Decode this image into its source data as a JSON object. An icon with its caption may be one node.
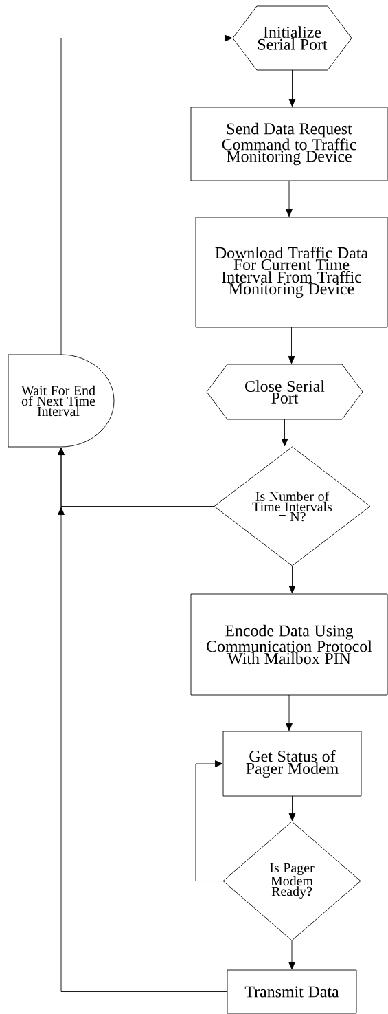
{
  "diagram": {
    "nodes": [
      {
        "text": [
          "Initialize Serial Port"
        ]
      },
      {
        "text": [
          "Send Data Request Command to Traffic Monitoring Device"
        ]
      },
      {
        "text": [
          "Download Traffic Data For Current Time Interval From Traffic Monitoring Device"
        ]
      },
      {
        "text": [
          "Close Serial Port"
        ]
      },
      {
        "text": [
          "Is Number of Time Intervals = N?"
        ]
      },
      {
        "text": [
          "Encode Data Using Communication Protocol With Mailbox PIN"
        ]
      },
      {
        "text": [
          "Get Status of Pager Modem"
        ]
      },
      {
        "text": [
          "Is Pager Modem Ready?"
        ]
      },
      {
        "text": [
          "Transmit Data"
        ]
      },
      {
        "text": [
          "Wait For End of Next Time Interval"
        ]
      }
    ],
    "edges": [
      {
        "from": 0,
        "to": 1,
        "arrow": "to"
      },
      {
        "from": 1,
        "to": 2,
        "arrow": "to"
      },
      {
        "from": 2,
        "to": 3,
        "arrow": "to"
      },
      {
        "from": 3,
        "to": 4,
        "arrow": "to"
      },
      {
        "from": 4,
        "to": 5,
        "arrow": "to"
      },
      {
        "from": 5,
        "to": 6,
        "arrow": "to"
      },
      {
        "from": 6,
        "to": 7,
        "arrow": "to"
      },
      {
        "from": 7,
        "to": 8,
        "arrow": "to"
      },
      {
        "from": 7,
        "to": 6,
        "arrow": "to"
      },
      {
        "from": 8,
        "to": 9,
        "arrow": "to"
      },
      {
        "from": 4,
        "to": 9,
        "arrow": "to"
      },
      {
        "from": 9,
        "to": 0,
        "arrow": "to"
      }
    ]
  }
}
